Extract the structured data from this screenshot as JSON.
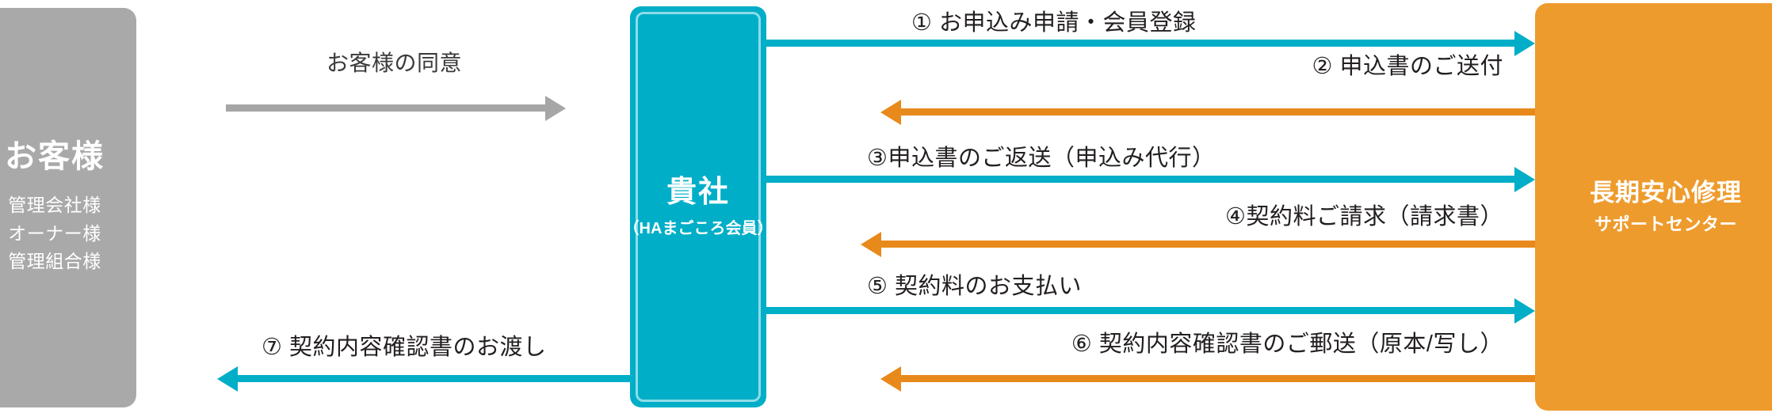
{
  "diagram": {
    "title_hidden": "",
    "colors": {
      "customer_box": "#A9A9A9",
      "company_box": "#00AEC7",
      "company_inner_border": "#8FDCE8",
      "center_box": "#EE9B2D",
      "teal_arrow": "#00AEC7",
      "orange_arrow": "#E8891B",
      "grey_arrow": "#A6A6A6",
      "label_text": "#231F20"
    }
  },
  "actors": {
    "customer": {
      "title": "お客様",
      "sub_lines": "管理会社様\nオーナー様\n管理組合様",
      "line1": "管理会社様",
      "line2": "オーナー様",
      "line3": "管理組合様"
    },
    "company": {
      "title": "貴社",
      "sub": "（HAまごころ会員）"
    },
    "center": {
      "title": "長期安心修理",
      "sub": "サポートセンター"
    }
  },
  "consent_arrow": {
    "label": "お客様の同意",
    "direction": "right",
    "color": "#A6A6A6"
  },
  "flows": [
    {
      "number": "①",
      "label": "① お申込み申請・会員登録",
      "direction": "right",
      "color": "#00AEC7",
      "align": "left",
      "from": "company",
      "to": "center"
    },
    {
      "number": "②",
      "label": "② 申込書のご送付",
      "direction": "left",
      "color": "#E8891B",
      "align": "right",
      "from": "center",
      "to": "company"
    },
    {
      "number": "③",
      "label": "③申込書のご返送（申込み代行）",
      "direction": "right",
      "color": "#00AEC7",
      "align": "left",
      "from": "company",
      "to": "center"
    },
    {
      "number": "④",
      "label": "④契約料ご請求（請求書）",
      "direction": "left",
      "color": "#E8891B",
      "align": "right",
      "from": "center",
      "to": "company"
    },
    {
      "number": "⑤",
      "label": "⑤ 契約料のお支払い",
      "direction": "right",
      "color": "#00AEC7",
      "align": "left",
      "from": "company",
      "to": "center"
    },
    {
      "number": "⑥",
      "label": "⑥ 契約内容確認書のご郵送（原本/写し）",
      "direction": "left",
      "color": "#E8891B",
      "align": "right",
      "from": "center",
      "to": "company"
    },
    {
      "number": "⑦",
      "label": "⑦ 契約内容確認書のお渡し",
      "direction": "left",
      "color": "#00AEC7",
      "align": "left",
      "from": "company",
      "to": "customer"
    }
  ]
}
